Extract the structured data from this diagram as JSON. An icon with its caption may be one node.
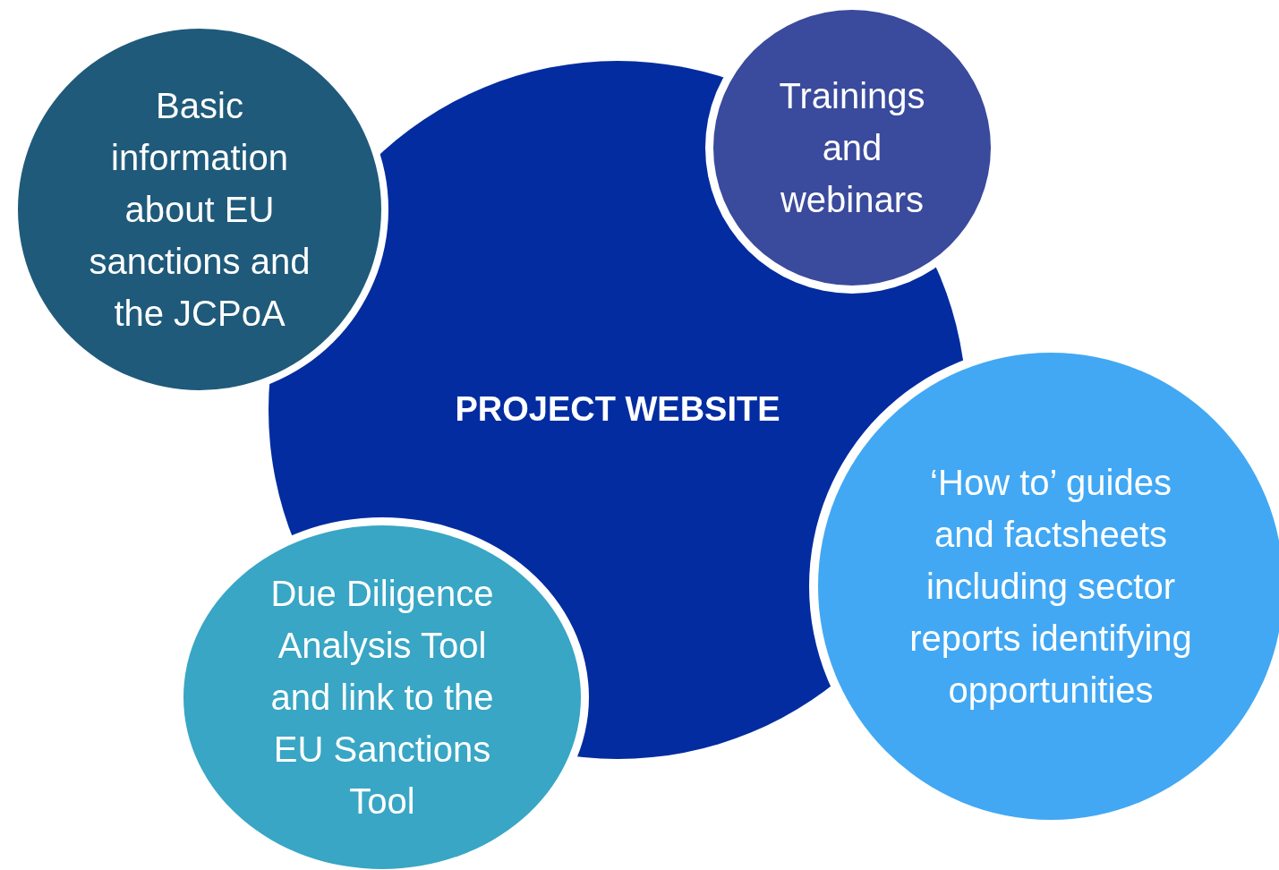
{
  "diagram": {
    "nodes": [
      {
        "text": [
          "Basic information about EU sanctions and the JCPoA"
        ]
      },
      {
        "text": [
          "Trainings and webinars"
        ]
      },
      {
        "text": [
          "PROJECT WEBSITE"
        ]
      },
      {
        "text": [
          "‘How to’ guides and factsheets including sector reports identifying opportunities"
        ]
      },
      {
        "text": [
          "Due Diligence Analysis Tool and link to the EU Sanctions Tool"
        ]
      }
    ]
  }
}
